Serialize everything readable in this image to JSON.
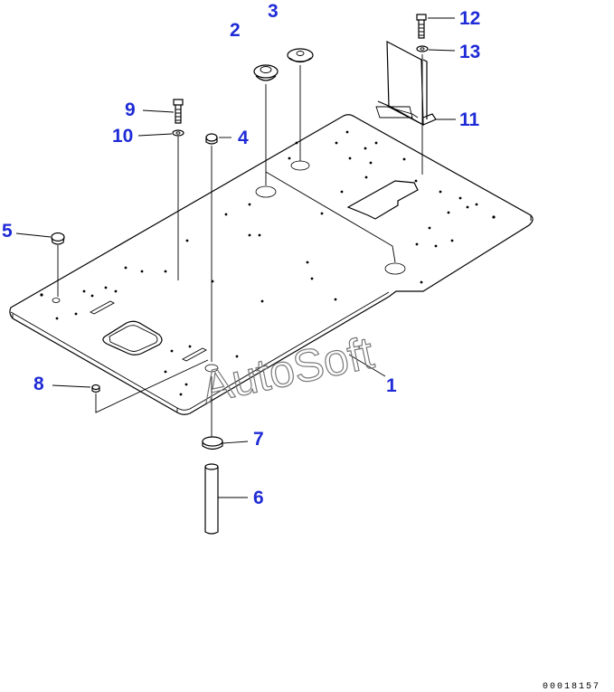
{
  "callouts": {
    "c1": "1",
    "c2": "2",
    "c3": "3",
    "c4": "4",
    "c5": "5",
    "c6": "6",
    "c7": "7",
    "c8": "8",
    "c9": "9",
    "c10": "10",
    "c11": "11",
    "c12": "12",
    "c13": "13"
  },
  "watermark": "AutoSoft",
  "doc_number": "00018157",
  "colors": {
    "callout": "#1f2bd6",
    "line": "#000000",
    "watermark": "#777777"
  }
}
